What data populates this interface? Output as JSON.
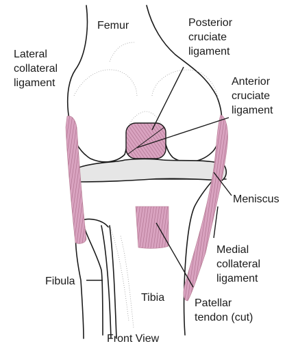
{
  "labels": {
    "femur": "Femur",
    "posterior_cruciate": [
      "Posterior",
      "cruciate",
      "ligament"
    ],
    "lateral_collateral": [
      "Lateral",
      "collateral",
      "ligament"
    ],
    "anterior_cruciate": [
      "Anterior",
      "cruciate",
      "ligament"
    ],
    "meniscus": "Meniscus",
    "medial_collateral": [
      "Medial",
      "collateral",
      "ligament"
    ],
    "fibula": "Fibula",
    "tibia": "Tibia",
    "patellar_tendon": [
      "Patellar",
      "tendon (cut)"
    ],
    "view": "Front View"
  },
  "colors": {
    "ligament": "#d9a3c0",
    "meniscus": "#e6e6e6",
    "outline": "#1a1a1a"
  }
}
